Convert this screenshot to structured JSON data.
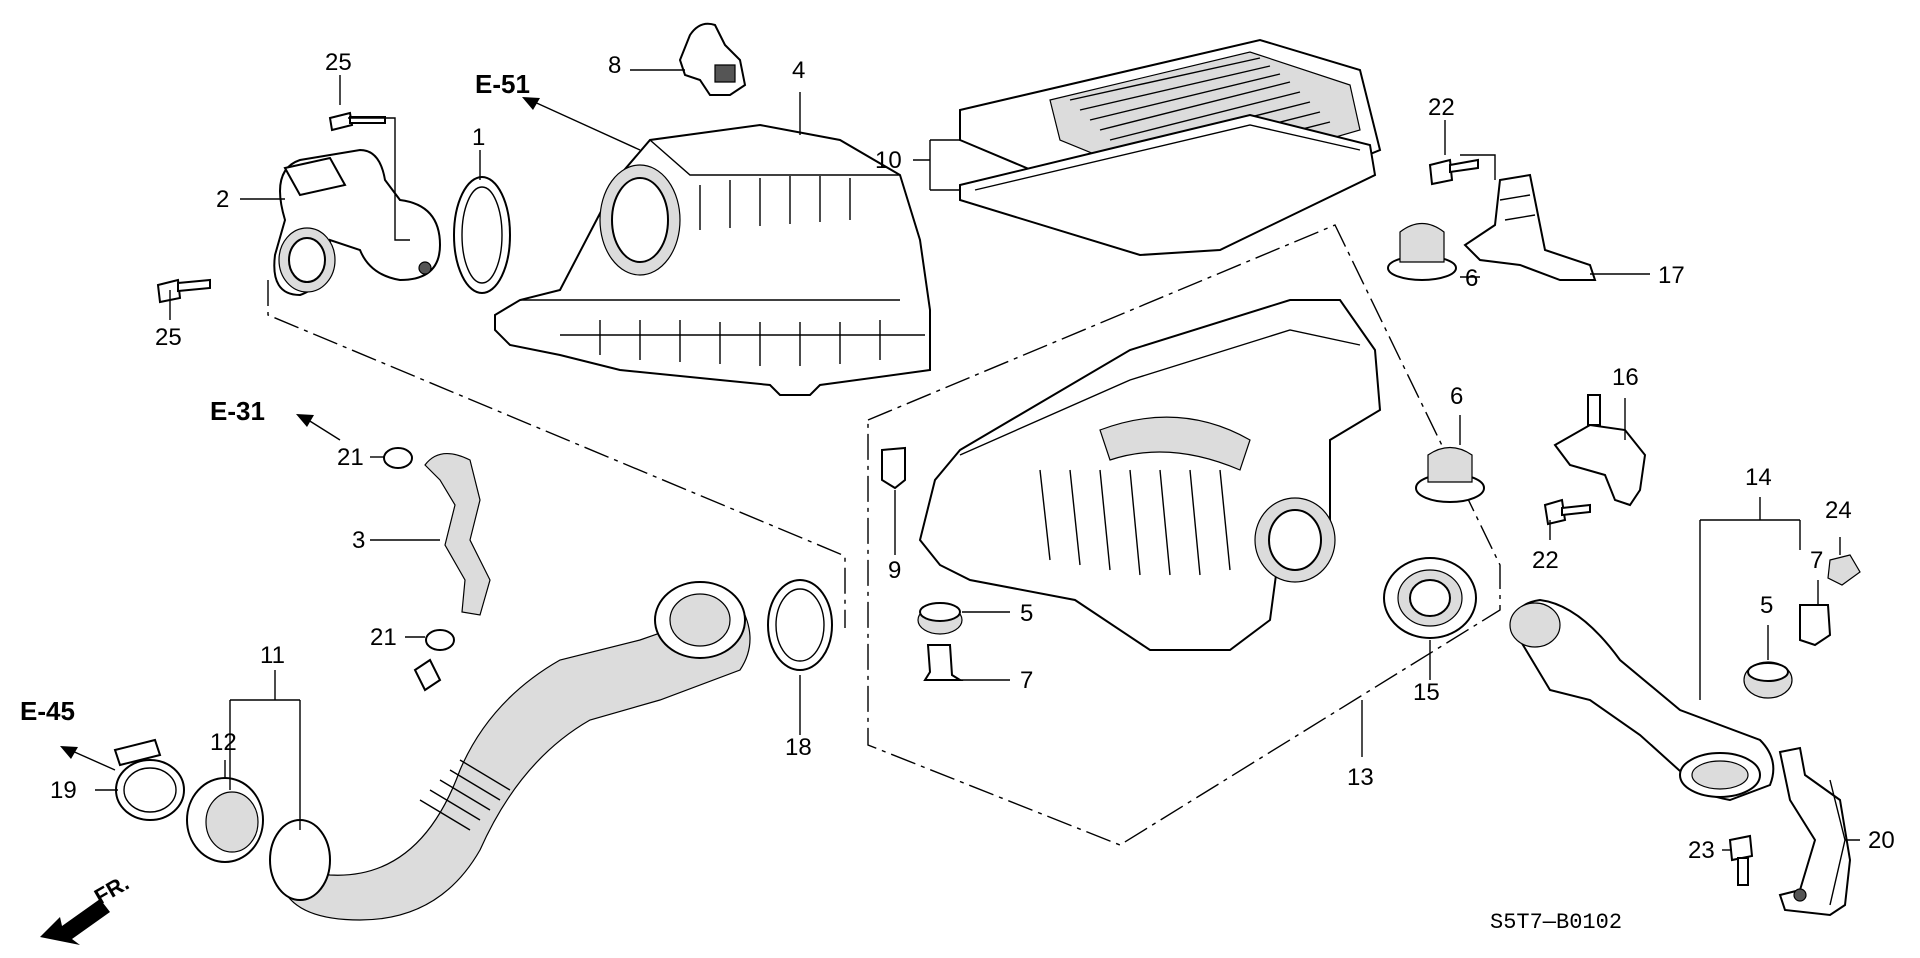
{
  "diagram": {
    "callouts": [
      {
        "id": "c25a",
        "text": "25"
      },
      {
        "id": "c25b",
        "text": "25"
      },
      {
        "id": "c2",
        "text": "2"
      },
      {
        "id": "c1",
        "text": "1"
      },
      {
        "id": "c8",
        "text": "8"
      },
      {
        "id": "c4",
        "text": "4"
      },
      {
        "id": "c10",
        "text": "10"
      },
      {
        "id": "c22a",
        "text": "22"
      },
      {
        "id": "c17",
        "text": "17"
      },
      {
        "id": "c6a",
        "text": "6"
      },
      {
        "id": "c6b",
        "text": "6"
      },
      {
        "id": "c16",
        "text": "16"
      },
      {
        "id": "c21a",
        "text": "21"
      },
      {
        "id": "c3",
        "text": "3"
      },
      {
        "id": "c21b",
        "text": "21"
      },
      {
        "id": "c9",
        "text": "9"
      },
      {
        "id": "c5a",
        "text": "5"
      },
      {
        "id": "c7a",
        "text": "7"
      },
      {
        "id": "c15",
        "text": "15"
      },
      {
        "id": "c18",
        "text": "18"
      },
      {
        "id": "c11",
        "text": "11"
      },
      {
        "id": "c12",
        "text": "12"
      },
      {
        "id": "c19",
        "text": "19"
      },
      {
        "id": "c13",
        "text": "13"
      },
      {
        "id": "c22b",
        "text": "22"
      },
      {
        "id": "c14",
        "text": "14"
      },
      {
        "id": "c24",
        "text": "24"
      },
      {
        "id": "c7b",
        "text": "7"
      },
      {
        "id": "c5b",
        "text": "5"
      },
      {
        "id": "c20",
        "text": "20"
      },
      {
        "id": "c23",
        "text": "23"
      }
    ],
    "references": [
      "E-51",
      "E-31",
      "E-45"
    ],
    "front_marker": "FR.",
    "drawing_code": "S5T7—B0102"
  }
}
